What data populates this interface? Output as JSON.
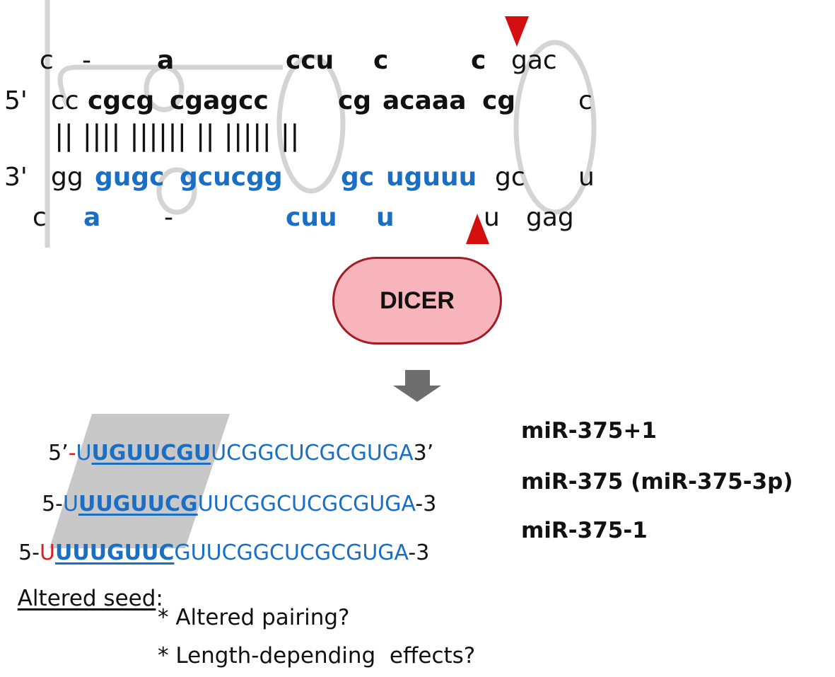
{
  "hairpin": {
    "top_unpaired": {
      "a": "c",
      "b": "-",
      "c": "a",
      "d": "ccu",
      "e": "c",
      "f": "c",
      "g": "gac"
    },
    "five_prime_label": "5'",
    "top_stem": {
      "s1": "cc",
      "s2": "cgcg",
      "s3": "cgagcc",
      "s4": "cg",
      "s5": "acaaa",
      "s6": "cg",
      "loop": "c"
    },
    "pair_bars": "|| |||| |||||| || ||||| ||",
    "three_prime_label": "3'",
    "bottom_stem": {
      "s1": "gg",
      "s2": "gugc",
      "s3": "gcucgg",
      "s4": "gc",
      "s5": "uguuu",
      "s6": "gc",
      "loop": "u"
    },
    "bottom_unpaired": {
      "a": "c",
      "b": "a",
      "c": "-",
      "d": "cuu",
      "e": "u",
      "f": "u",
      "g": "gag"
    }
  },
  "dicer_label": "DICER",
  "isoforms": [
    {
      "prefix": "5’",
      "dash": "-",
      "lead": "U",
      "seed": "UGUUCGU",
      "rest": "UCGGCUCGCGUGA",
      "suffix": "3’",
      "name": "miR-375+1"
    },
    {
      "prefix": "5-",
      "lead": "U",
      "seed": "UUGUUCG",
      "rest": "UUCGGCUCGCGUGA",
      "suffix": "-3",
      "name": "miR-375 (miR-375-3p)"
    },
    {
      "prefix": "5-",
      "lead": "U",
      "seed": "UUUGUUC",
      "rest": "GUUCGGCUCGCGUGA",
      "suffix": "-3",
      "name": "miR-375-1"
    }
  ],
  "notes": {
    "heading": "Altered seed",
    "heading_colon": ":",
    "items": [
      "* Altered pairing?",
      "* Length-depending  effects?"
    ]
  },
  "colors": {
    "rna_blue": "#1a6fc4",
    "cleavage_red": "#d40f0f",
    "dicer_fill": "#f7b5bb",
    "dicer_border": "#a31b24",
    "arrow_gray": "#6e6e6e",
    "seed_shade": "#c8c8c8"
  }
}
